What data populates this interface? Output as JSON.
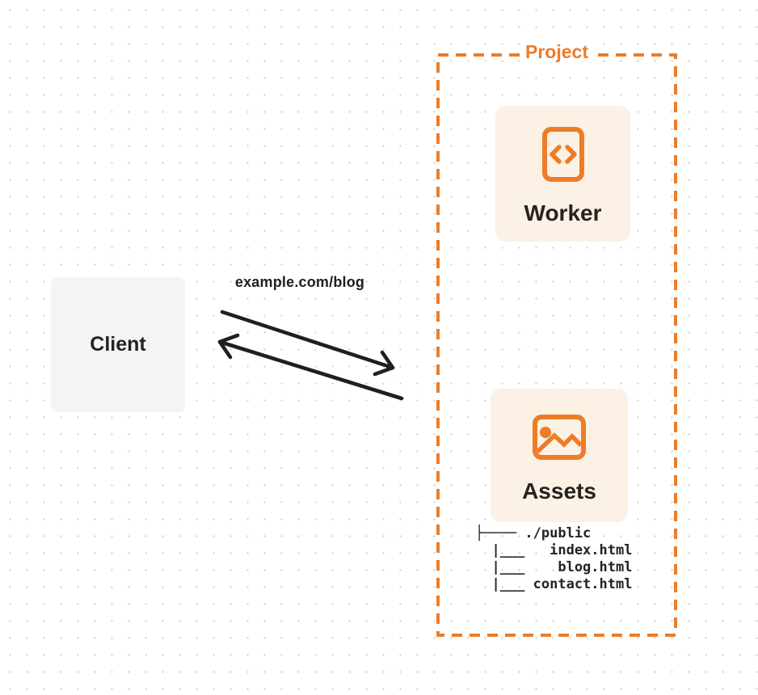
{
  "colors": {
    "orange": "#EC7D28",
    "cream": "#FBF1E5",
    "client_bg": "#F4F4F5",
    "ink": "#1F1F1F",
    "heading": "#262220",
    "dot": "#D9D9D9"
  },
  "client": {
    "label": "Client"
  },
  "request": {
    "label": "example.com/blog"
  },
  "project": {
    "title": "Project",
    "worker": {
      "label": "Worker",
      "icon": "code-file-icon"
    },
    "assets": {
      "label": "Assets",
      "icon": "image-icon",
      "file_tree": [
        "├──── ./public",
        "  |___   index.html",
        "  |___    blog.html",
        "  |___ contact.html"
      ]
    }
  }
}
